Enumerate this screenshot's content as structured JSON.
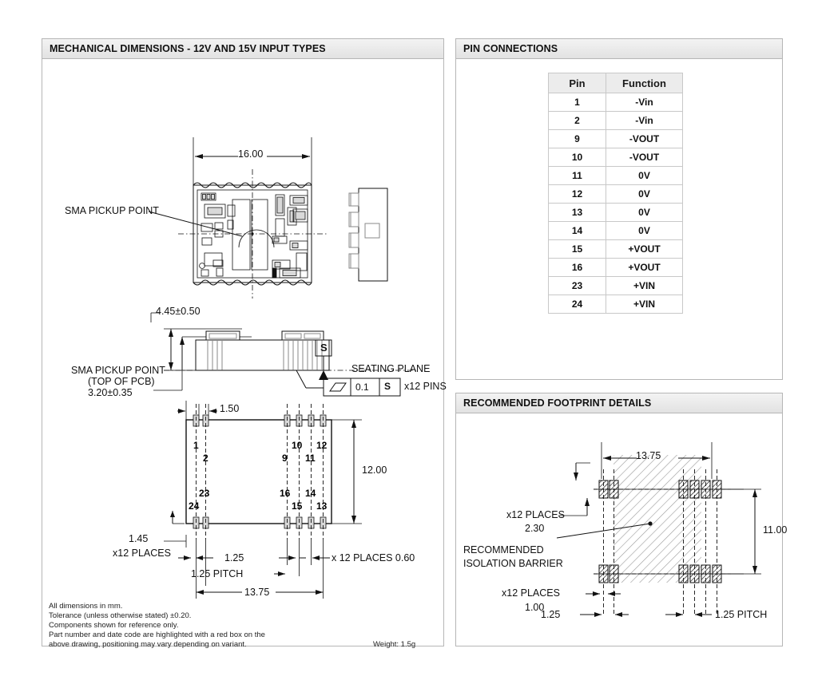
{
  "panels": {
    "mechanical": {
      "title": "MECHANICAL DIMENSIONS - 12V AND 15V INPUT TYPES"
    },
    "pins": {
      "title": "PIN CONNECTIONS"
    },
    "footprint": {
      "title": "RECOMMENDED FOOTPRINT DETAILS"
    }
  },
  "pin_table": {
    "headers": [
      "Pin",
      "Function"
    ],
    "rows": [
      {
        "pin": "1",
        "function": "-Vin"
      },
      {
        "pin": "2",
        "function": "-Vin"
      },
      {
        "pin": "9",
        "function": "-VOUT"
      },
      {
        "pin": "10",
        "function": "-VOUT"
      },
      {
        "pin": "11",
        "function": "0V"
      },
      {
        "pin": "12",
        "function": "0V"
      },
      {
        "pin": "13",
        "function": "0V"
      },
      {
        "pin": "14",
        "function": "0V"
      },
      {
        "pin": "15",
        "function": "+VOUT"
      },
      {
        "pin": "16",
        "function": "+VOUT"
      },
      {
        "pin": "23",
        "function": "+VIN"
      },
      {
        "pin": "24",
        "function": "+VIN"
      }
    ]
  },
  "top_view": {
    "width_dim": "16.00",
    "callout": "SMA PICKUP POINT"
  },
  "side_view": {
    "height_dim": "4.45±0.50",
    "pcb_callout_line1": "SMA PICKUP POINT",
    "pcb_callout_line2": "(TOP OF PCB)",
    "pcb_callout_line3": "3.20±0.35",
    "datum_letter": "S",
    "seating_plane": "SEATING PLANE",
    "flatness_value": "0.1",
    "flatness_datum": "S",
    "flatness_qty": "x12 PINS"
  },
  "bottom_view": {
    "pin_width_dim": "1.50",
    "height_dim": "12.00",
    "pin_length_dim": "1.45",
    "pin_length_qty": "x12 PLACES",
    "pitch_dim": "1.25",
    "pitch_label": "1.25 PITCH",
    "pin_dia_dim": "x 12 PLACES 0.60",
    "overall_width": "13.75",
    "pins_left_top": [
      "1",
      "2"
    ],
    "pins_left_bottom": [
      "23",
      "24"
    ],
    "pins_right_top": [
      "10",
      "12",
      "9",
      "11"
    ],
    "pins_right_bottom": [
      "16",
      "14",
      "15",
      "13"
    ]
  },
  "footprint_view": {
    "width_dim": "13.75",
    "height_dim": "11.00",
    "pad_height_qty": "x12 PLACES",
    "pad_height_dim": "2.30",
    "pad_width_qty": "x12 PLACES",
    "pad_width_dim": "1.00",
    "edge_dim": "1.25",
    "pitch_label": "1.25 PITCH",
    "barrier_line1": "RECOMMENDED",
    "barrier_line2": "ISOLATION BARRIER"
  },
  "notes": {
    "line1": "All dimensions in mm.",
    "line2": "Tolerance (unless otherwise stated) ±0.20.",
    "line3": "Components shown for reference only.",
    "line4": "Part number and date code are highlighted with a red box on the",
    "line5": "above drawing, positioning may vary depending on variant.",
    "weight": "Weight: 1.5g"
  }
}
